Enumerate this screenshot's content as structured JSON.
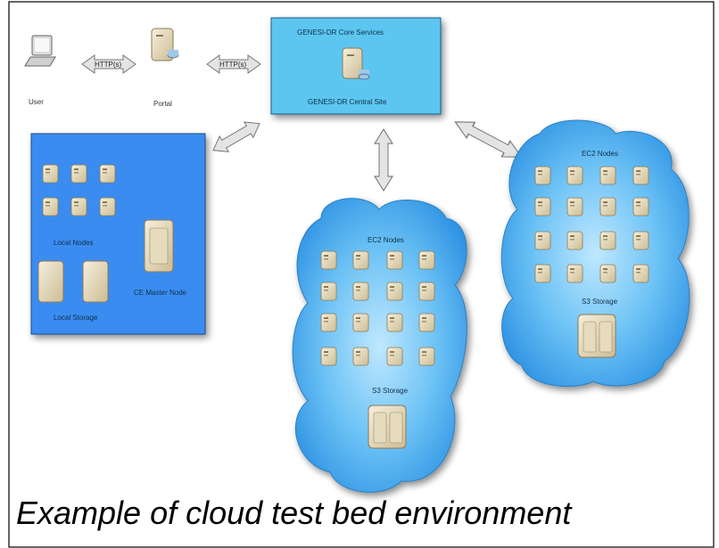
{
  "diagram": {
    "user_label": "User",
    "portal_label": "Portal",
    "http_left": "HTTP(s)",
    "http_right": "HTTP(s)",
    "core_title": "GENESI-DR Core Services",
    "core_subtitle": "GENESI-DR Central Site",
    "local_nodes_label": "Local Nodes",
    "local_storage_label": "Local Storage",
    "ce_master_label": "CE Master Node",
    "cloud1_nodes_label": "EC2 Nodes",
    "cloud1_storage_label": "S3 Storage",
    "cloud2_nodes_label": "EC2 Nodes",
    "cloud2_storage_label": "S3 Storage"
  },
  "caption": "Example of cloud test bed environment",
  "colors": {
    "box_blue": "#3a8cf0",
    "core_blue": "#5cc6f0",
    "cloud_blue": "#3aa6ee",
    "server_beige": "#e8dcc0"
  }
}
